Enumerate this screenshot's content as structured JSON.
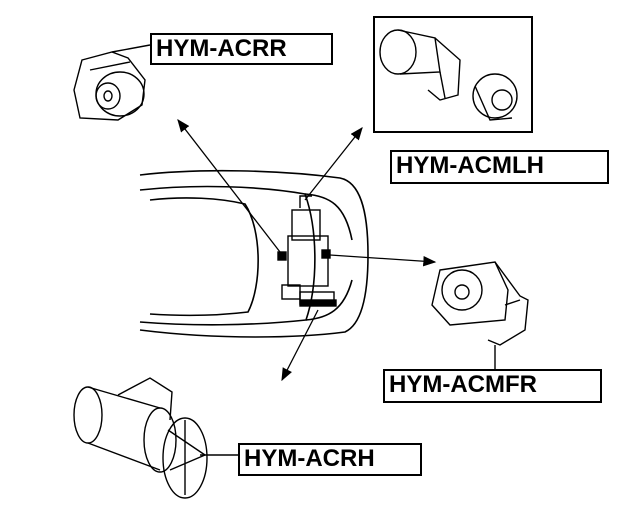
{
  "labels": {
    "acrr": "HYM-ACRR",
    "acmlh": "HYM-ACMLH",
    "acmfr": "HYM-ACMFR",
    "acrh": "HYM-ACRH"
  },
  "colors": {
    "line": "#000000",
    "background": "#ffffff"
  }
}
